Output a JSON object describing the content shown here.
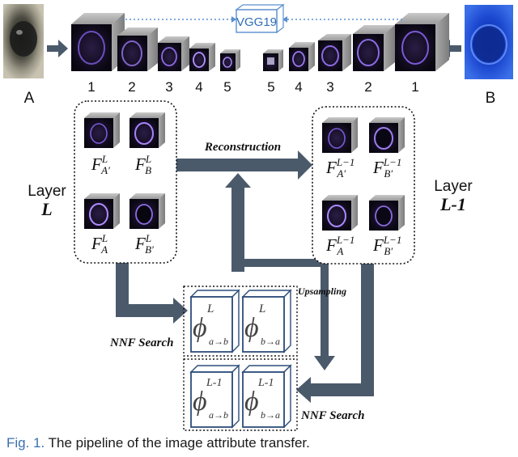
{
  "top": {
    "input_a_label": "A",
    "input_b_label": "B",
    "network_label": "VGG19",
    "left_layer_numbers": [
      "1",
      "2",
      "3",
      "4",
      "5"
    ],
    "right_layer_numbers": [
      "5",
      "4",
      "3",
      "2",
      "1"
    ]
  },
  "left_group": {
    "layer_word": "Layer",
    "layer_name": "L",
    "features": [
      {
        "base": "F",
        "sub": "A′",
        "sup": "L"
      },
      {
        "base": "F",
        "sub": "B",
        "sup": "L"
      },
      {
        "base": "F",
        "sub": "A",
        "sup": "L"
      },
      {
        "base": "F",
        "sub": "B′",
        "sup": "L"
      }
    ]
  },
  "right_group": {
    "layer_word": "Layer",
    "layer_name": "L-1",
    "features": [
      {
        "base": "F",
        "sub": "A′",
        "sup": "L−1"
      },
      {
        "base": "F",
        "sub": "B′",
        "sup": "L−1"
      },
      {
        "base": "F",
        "sub": "A",
        "sup": "L−1"
      },
      {
        "base": "F",
        "sub": "B′",
        "sup": "L−1"
      }
    ]
  },
  "arrows": {
    "reconstruction": "Reconstruction",
    "upsampling": "Upsampling",
    "nnf_search_left": "NNF Search",
    "nnf_search_right": "NNF Search"
  },
  "nnf_boxes": {
    "level_l": [
      {
        "sym": "ϕ",
        "sup": "L",
        "sub": "a→b"
      },
      {
        "sym": "ϕ",
        "sup": "L",
        "sub": "b→a"
      }
    ],
    "level_l1": [
      {
        "sym": "ϕ",
        "sup": "L-1",
        "sub": "a→b"
      },
      {
        "sym": "ϕ",
        "sup": "L-1",
        "sub": "b→a"
      }
    ]
  },
  "caption": {
    "prefix": "Fig. 1.",
    "text": "  The pipeline of the image attribute transfer."
  },
  "colors": {
    "arrow": "#4b5a6b",
    "feature_bg": "#15101f",
    "feature_glow": "#7a5ad8",
    "input_b": "#1d4fd6",
    "vgg_border": "#5a8fd0",
    "vgg_text": "#2f6fb8",
    "caption_fig": "#3a6fb0",
    "box_border": "#2c4d7a"
  }
}
